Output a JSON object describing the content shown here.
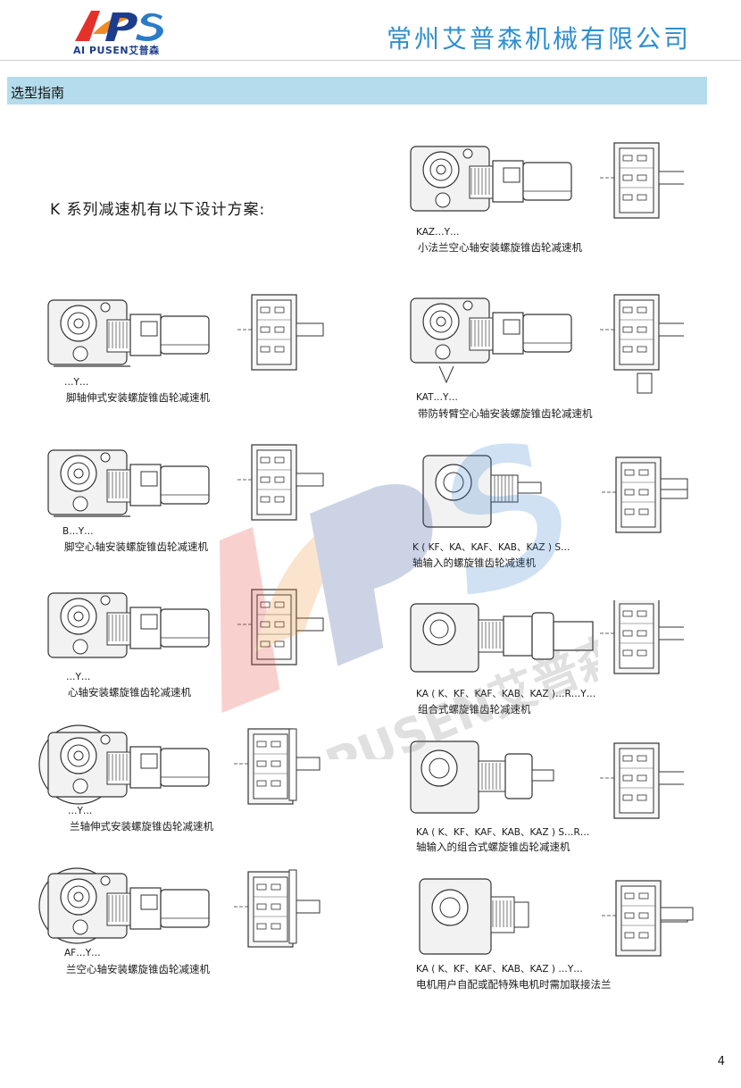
{
  "header": {
    "logo_mark": "APS",
    "logo_text": "AI PUSEN艾普森",
    "company": "常州艾普森机械有限公司"
  },
  "guide": {
    "title": "选型指南"
  },
  "intro": "K 系列减速机有以下设计方案:",
  "colors": {
    "company_blue": "#2f8fd0",
    "bar": "#b4dcec",
    "logo_blue": "#1c3c8c",
    "logo_orange": "#f08a24",
    "logo_red": "#e4322a"
  },
  "items": [
    {
      "code": "KAZ…Y…",
      "desc": "小法兰空心轴安装螺旋锥齿轮减速机"
    },
    {
      "code": "…Y…",
      "desc": "脚轴伸式安装螺旋锥齿轮减速机"
    },
    {
      "code": "KAT…Y…",
      "desc": "带防转臂空心轴安装螺旋锥齿轮减速机"
    },
    {
      "code": "B…Y…",
      "desc": "脚空心轴安装螺旋锥齿轮减速机"
    },
    {
      "code": "K ( KF、KA、KAF、KAB、KAZ ) S…",
      "desc": "轴输入的螺旋锥齿轮减速机"
    },
    {
      "code": "…Y…",
      "desc": "心轴安装螺旋锥齿轮减速机"
    },
    {
      "code": "KA ( K、KF、KAF、KAB、KAZ )…R…Y…",
      "desc": "组合式螺旋锥齿轮减速机"
    },
    {
      "code": "…Y…",
      "desc": "兰轴伸式安装螺旋锥齿轮减速机"
    },
    {
      "code": "KA ( K、KF、KAF、KAB、KAZ ) S…R…",
      "desc": "轴输入的组合式螺旋锥齿轮减速机"
    },
    {
      "code": "AF…Y…",
      "desc": "兰空心轴安装螺旋锥齿轮减速机"
    },
    {
      "code": "KA ( K、KF、KAF、KAB、KAZ ) …Y…",
      "desc": "电机用户自配或配特殊电机时需加联接法兰"
    }
  ],
  "watermark": {
    "mark": "APS",
    "text": "AI PUSEN艾普森"
  },
  "page_number": "4"
}
